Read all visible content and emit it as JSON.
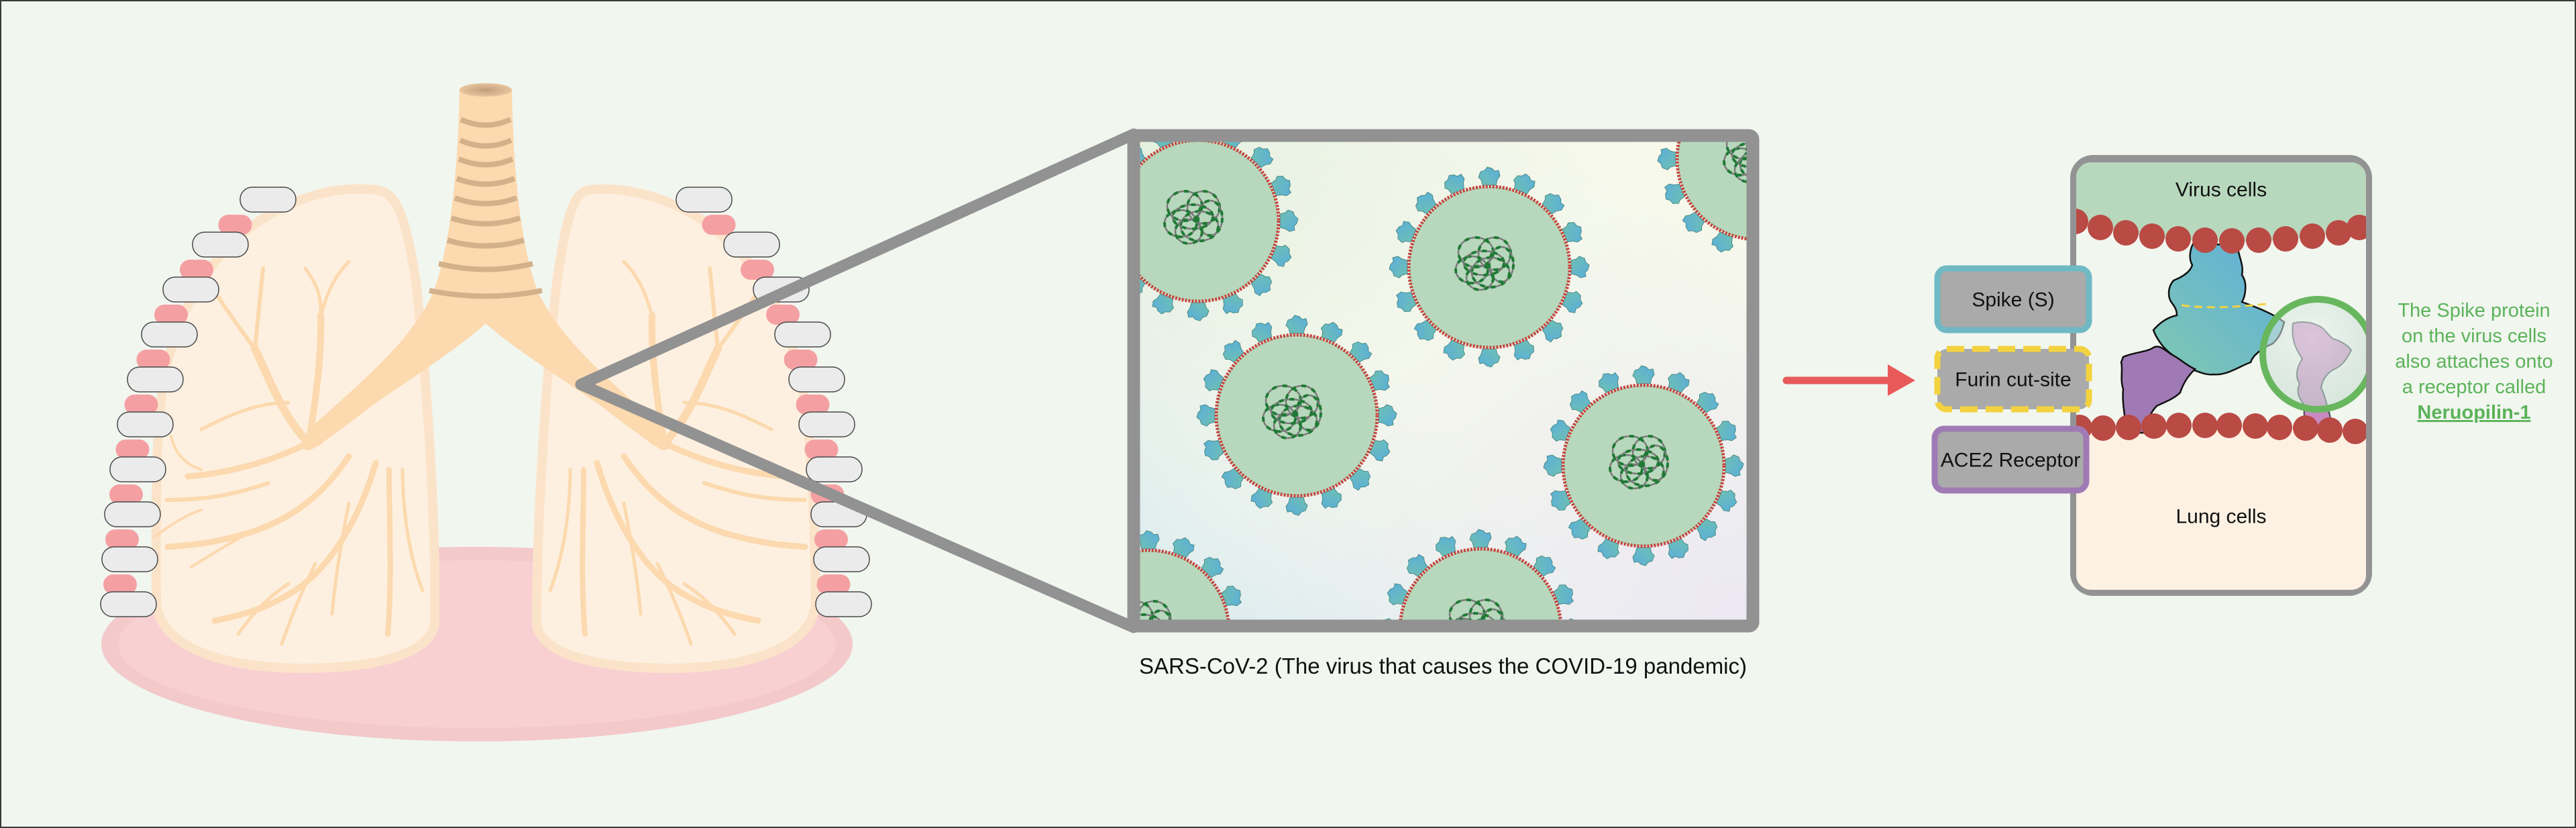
{
  "diagram": {
    "title": "SARS-CoV-2 infection of lung cells",
    "background_color": "#f1f6ef",
    "lungs": {
      "label": "Human lungs with trachea, bronchi and rib cage",
      "colors": {
        "trachea": "#fcd9ae",
        "trachea_rings": "#d3b18b",
        "lung_fill": "#fdf0e0",
        "lung_outline": "#fbe3c9",
        "diaphragm": "#f8d0d2",
        "diaphragm_outline": "#f3c9ca",
        "rib": "#ebebeb",
        "rib_cartilage": "#f4a0a3"
      },
      "left_ribs": 10,
      "right_ribs": 10,
      "trachea_rings": 9
    },
    "zoom_panel": {
      "caption": "SARS-CoV-2 (The virus that causes the COVID-19 pandemic)",
      "frame_color": "#929292",
      "virus_count": 7,
      "virus_colors": {
        "body": "#b7d8bc",
        "membrane": "#c4453e",
        "spike_start": "#6fc0b2",
        "spike_end": "#5aaedb",
        "rna_line": "#7a7a7a",
        "rna_dash": "#1f7a35"
      }
    },
    "arrow": {
      "color": "#e85a5a",
      "direction": "right"
    },
    "legend": [
      {
        "label": "Spike (S)",
        "border_color": "#6fb9c4",
        "style": "solid"
      },
      {
        "label": "Furin cut-site",
        "border_color": "#f3d23f",
        "style": "dashed"
      },
      {
        "label": "ACE2 Receptor",
        "border_color": "#a07ab4",
        "style": "solid"
      }
    ],
    "cell_panel": {
      "top_label": "Virus cells",
      "bottom_label": "Lung cells",
      "colors": {
        "frame": "#939393",
        "virus_region": "#b8d8bd",
        "gap": "#f1f6ef",
        "lung_region": "#fdf1e3",
        "membrane_beads": "#b94a44",
        "spike_protein": "#6cc0b4",
        "spike_protein_top": "#5eaedb",
        "ace2": "#a07ab4",
        "neuropilin": "#c88ac0",
        "highlight_ring": "#68b75e"
      }
    },
    "note": {
      "lines": [
        "The Spike protein",
        "on the virus cells",
        "also attaches onto",
        "a receptor called"
      ],
      "link": "Neruopilin-1",
      "color": "#5cb35a"
    }
  }
}
